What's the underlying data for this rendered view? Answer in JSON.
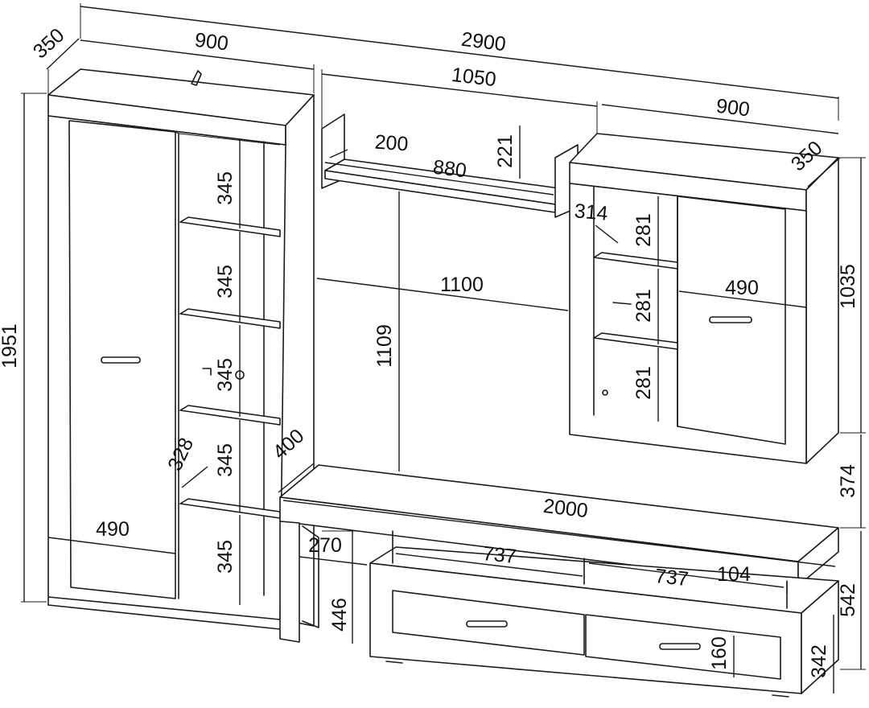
{
  "diagram": {
    "dims": {
      "total_width": "2900",
      "left_cab_depth": "350",
      "left_cab_width": "900",
      "shelf_span": "1050",
      "shelf_depth": "200",
      "shelf_length": "880",
      "shelf_height": "221",
      "right_cab_width": "900",
      "right_cab_depth": "350",
      "right_cab_inner_depth": "314",
      "right_cab_height": "1035",
      "left_cab_height": "1951",
      "left_shelf_1": "345",
      "left_shelf_2": "345",
      "left_shelf_3": "345",
      "left_shelf_4": "345",
      "left_shelf_5": "345",
      "left_inner_depth": "328",
      "left_door_width": "490",
      "gap_width": "1100",
      "gap_height": "1109",
      "right_shelf_1": "281",
      "right_shelf_2": "281",
      "right_shelf_3": "281",
      "right_door_width": "490",
      "wall_gap_height": "374",
      "tv_depth": "400",
      "tv_width": "2000",
      "tv_inner_depth": "270",
      "tv_niche_1": "737",
      "tv_niche_2": "737",
      "tv_niche_height": "104",
      "tv_height_right": "542",
      "tv_side_height": "446",
      "drawer_height": "160",
      "tv_body_height": "342"
    }
  }
}
